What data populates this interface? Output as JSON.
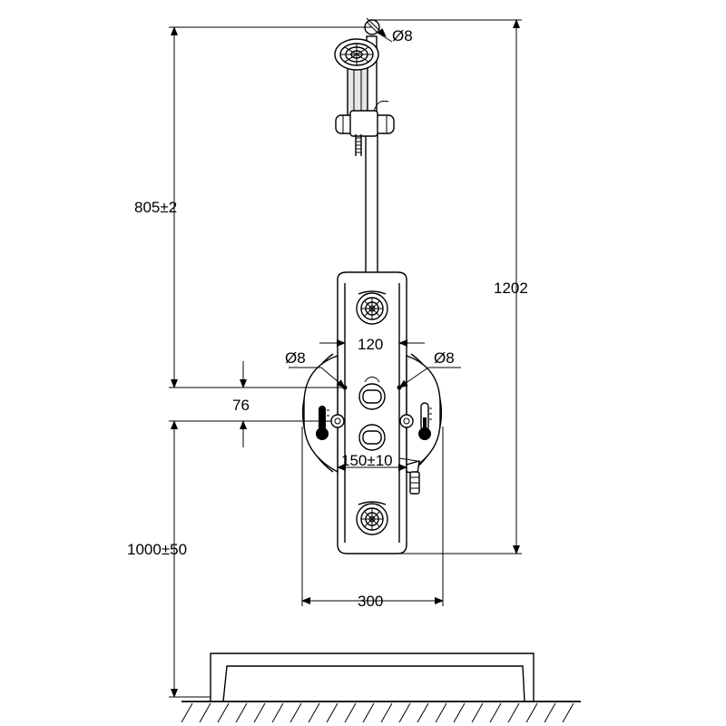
{
  "dimensions": {
    "head_diameter": "Ø8",
    "height_head": "805±2",
    "total_height": "1202",
    "bore_spacing": "120",
    "left_bore_diameter": "Ø8",
    "right_bore_diameter": "Ø8",
    "vertical_offset": "76",
    "inlet_spacing": "150±10",
    "install_height": "1000±50",
    "panel_width": "300"
  }
}
